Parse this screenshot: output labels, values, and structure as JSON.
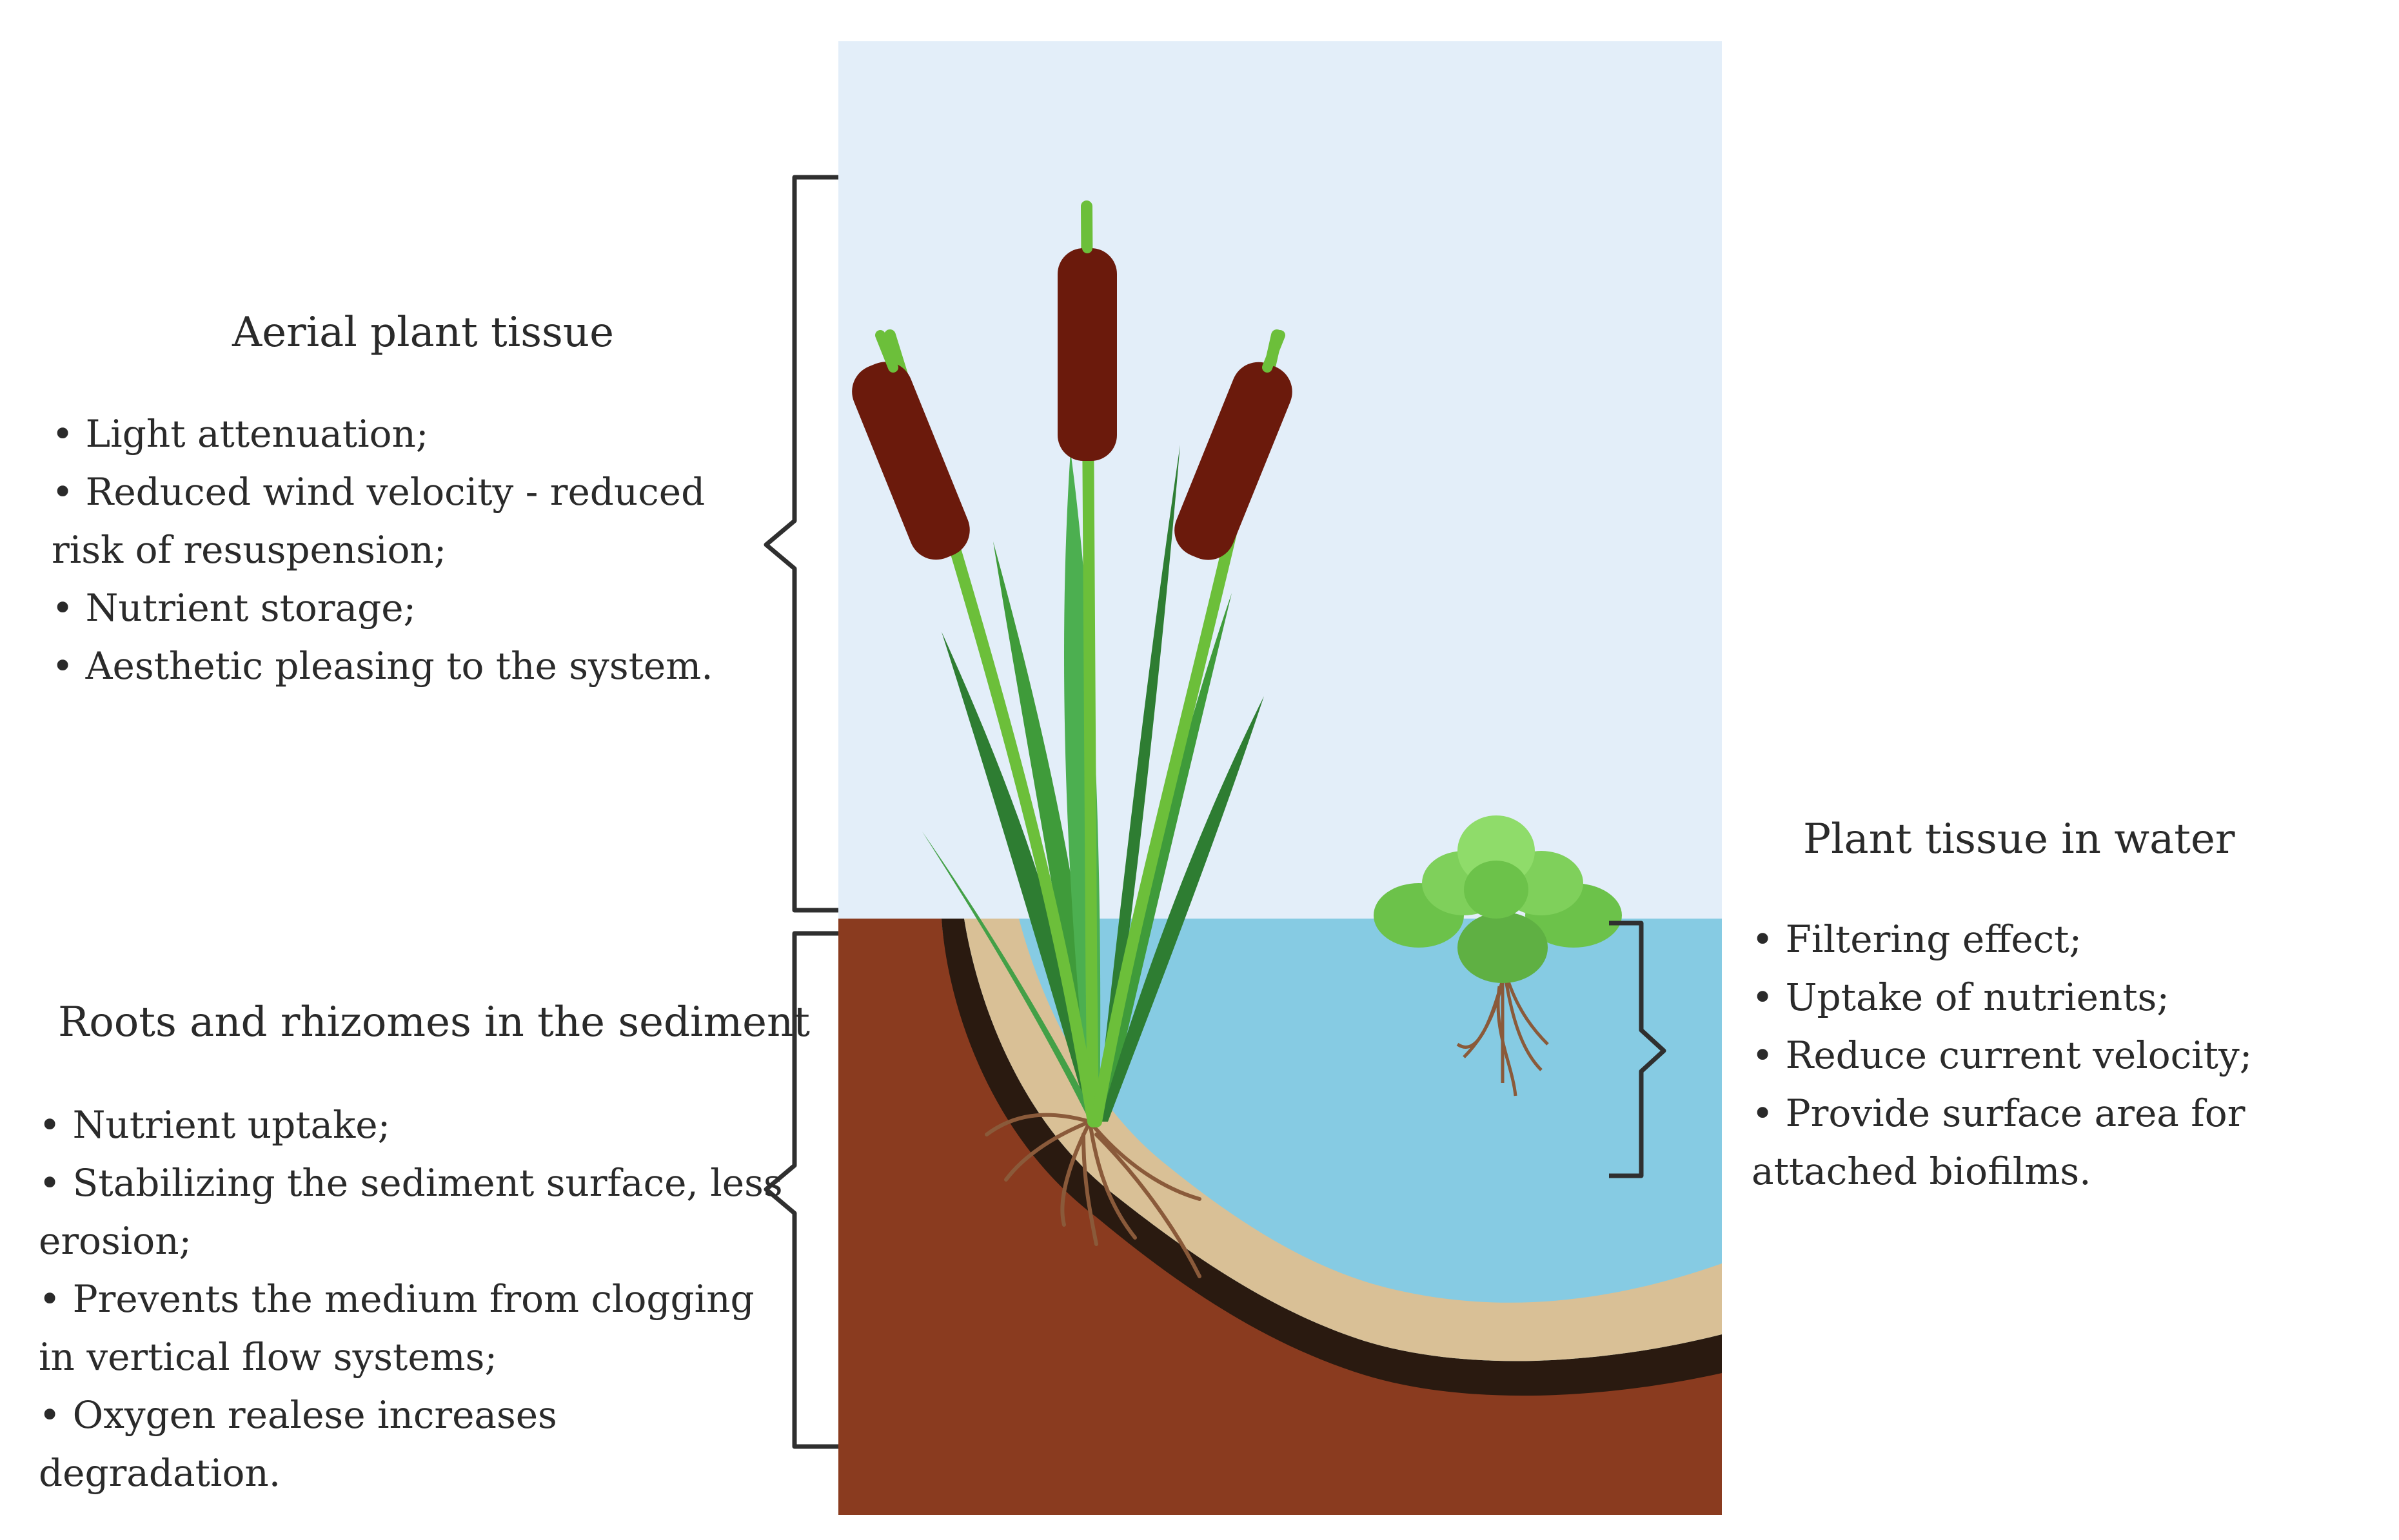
{
  "aerial": {
    "heading": "Aerial plant tissue",
    "items": [
      "Light attenuation;",
      "Reduced wind velocity - reduced risk of resuspension;",
      "Nutrient storage;",
      "Aesthetic pleasing to the system."
    ]
  },
  "roots": {
    "heading": "Roots and rhizomes in the sediment",
    "items": [
      "Nutrient uptake;",
      "Stabilizing the sediment surface, less erosion;",
      "Prevents the medium from clogging in vertical flow systems;",
      "Oxygen realese increases degradation."
    ]
  },
  "water": {
    "heading": "Plant tissue in water",
    "items": [
      "Filtering effect;",
      "Uptake of nutrients;",
      "Reduce current velocity;",
      "Provide surface area for attached biofilms."
    ]
  },
  "colors": {
    "sky": "#e3eef9",
    "water": "#86cbe3",
    "soil": "#8a3b1f",
    "sand": "#d9c096",
    "dark_edge": "#2a1a10",
    "cattail_head": "#6b1a0c",
    "leaf_dark": "#2e7d32",
    "leaf_light": "#6cbf3a",
    "floating_plant": "#6cc24a",
    "bracket": "#2f2f2f"
  }
}
